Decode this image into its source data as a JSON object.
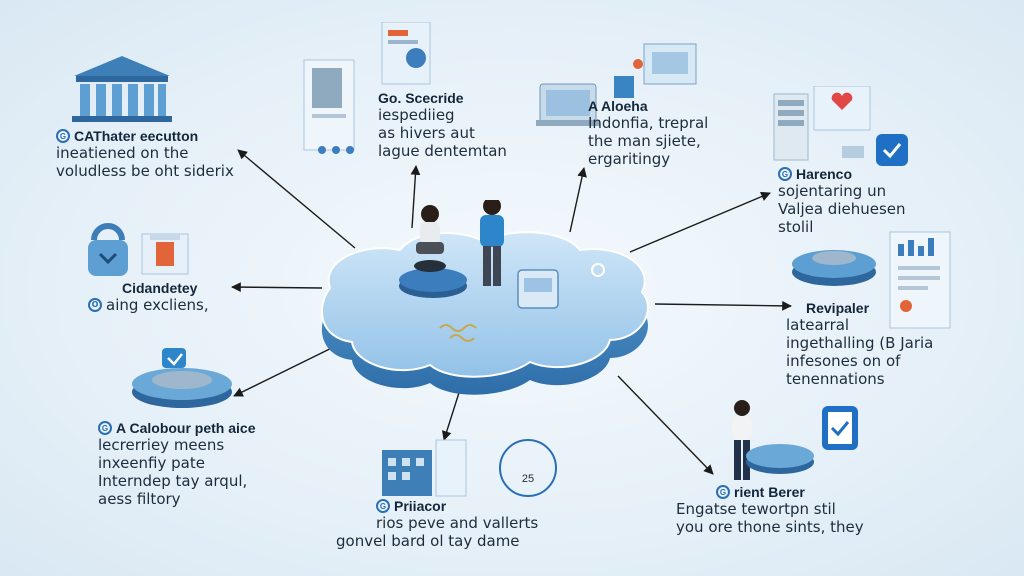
{
  "center": {
    "icon": "cloud-platform-icon",
    "figures": [
      "person-sitting-icon",
      "person-standing-icon"
    ]
  },
  "nodes": [
    {
      "id": "top-left",
      "badge": "G",
      "title": "CAThater eecutton",
      "lines": [
        "ineatiened on the",
        "voludless be oht siderix"
      ],
      "icon": "government-building-icon"
    },
    {
      "id": "top-center",
      "badge": "",
      "title": "Go. Scecride",
      "lines": [
        "iespediieg",
        "as hivers aut",
        "lague dentemtan"
      ],
      "icon": "document-server-icon"
    },
    {
      "id": "top-right",
      "badge": "",
      "title": "A Aloeha",
      "lines": [
        "Indonfia, trepral",
        "the man sjiete,",
        "ergaritingy"
      ],
      "icon": "laptop-workstation-icon"
    },
    {
      "id": "right-top",
      "badge": "G",
      "title": "Harenco",
      "lines": [
        "sojentaring un",
        "Valjea diehuesen",
        "stolil"
      ],
      "icon": "server-checklist-icon"
    },
    {
      "id": "left-middle",
      "badge": "O",
      "title": "Cidandetey",
      "lines": [
        "aing excliens,"
      ],
      "icon": "security-lock-icon"
    },
    {
      "id": "right-middle",
      "badge": "",
      "title": "Revipaler",
      "lines": [
        "latearral",
        "ingethalling (B Jaria",
        "infesones on of",
        "tenennations"
      ],
      "icon": "data-report-icon"
    },
    {
      "id": "left-bottom",
      "badge": "G",
      "title": "A Calobour peth aice",
      "lines": [
        "lecrerriey meens",
        "inxeenfiy pate",
        "Interndep tay arqul,",
        "aess filtory"
      ],
      "icon": "platform-disk-icon"
    },
    {
      "id": "bottom-center",
      "badge": "G",
      "title": "Priiacor",
      "lines": [
        "rios peve and vallerts",
        "gonvel bard ol tay dame"
      ],
      "icon": "city-timer-icon",
      "timer_value": "25"
    },
    {
      "id": "bottom-right",
      "badge": "G",
      "title": "rient Berer",
      "lines": [
        "Engatse tewortpn stil",
        "you ore thone sints, they"
      ],
      "icon": "person-checklist-icon"
    }
  ],
  "colors": {
    "accent": "#2a6fb5",
    "cloud_top": "#a9d1ee",
    "cloud_side": "#4d8fc7",
    "text": "#1d2d3c"
  }
}
